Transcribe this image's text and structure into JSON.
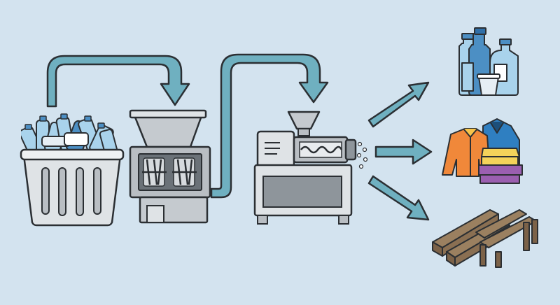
{
  "diagram": {
    "stages": [
      {
        "id": "collection",
        "icon": "recycling-bin-icon"
      },
      {
        "id": "shredding",
        "icon": "shredder-machine-icon"
      },
      {
        "id": "extrusion",
        "icon": "extruder-machine-icon"
      }
    ],
    "products": [
      {
        "id": "bottles",
        "icon": "plastic-bottles-icon"
      },
      {
        "id": "clothing",
        "icon": "textiles-icon"
      },
      {
        "id": "lumber",
        "icon": "plastic-lumber-bench-icon"
      }
    ]
  },
  "colors": {
    "background": "#d3e3ef",
    "arrow": "#6fb0c0",
    "outline": "#2b2f33",
    "machine": "#b9bec3",
    "machine_dark": "#8e959b",
    "bin": "#dfe3e6",
    "bottle": "#a9d3ec",
    "bottle_dark": "#4c8fc4",
    "jacket_orange": "#f0883a",
    "jacket_blue": "#2f7fc1",
    "towel_yellow": "#f4d35a",
    "towel_purple": "#9b5fb0",
    "wood": "#9b8060"
  }
}
